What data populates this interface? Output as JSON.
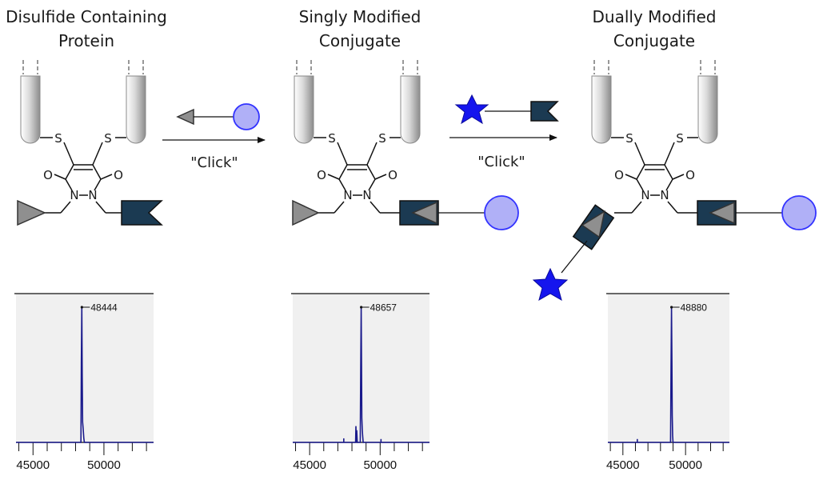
{
  "titles": {
    "left_line1": "Disulfide Containing",
    "left_line2": "Protein",
    "middle_line1": "Singly Modified",
    "middle_line2": "Conjugate",
    "right_line1": "Dually Modified",
    "right_line2": "Conjugate"
  },
  "reactions": {
    "step1_label": "\"Click\"",
    "step2_label": "\"Click\""
  },
  "atoms": {
    "sulfur": "S",
    "oxygen": "O",
    "nitrogen": "N"
  },
  "colors": {
    "tube_gradient_light": "#ffffff",
    "tube_gradient_dark": "#8c8c8c",
    "triangle_fill": "#8f8f8f",
    "flag_fill": "#1b3a52",
    "circle_fill": "#b0b0f7",
    "circle_stroke": "#3333ff",
    "star_fill": "#1515ee",
    "spectrum_bg": "#f0f0f0",
    "spectrum_line": "#1a1a8c"
  },
  "chart_data": [
    {
      "type": "line",
      "title": "",
      "xlabel": "",
      "ylabel": "",
      "xlim": [
        43800,
        53500
      ],
      "ylim": [
        0,
        1
      ],
      "x_ticks": [
        45000,
        50000
      ],
      "x_tick_labels": [
        "45000",
        "50000"
      ],
      "peak_label": "48444",
      "series": [
        {
          "x": [
            43800,
            48380,
            48410,
            48444,
            48470,
            48500,
            48540,
            48580,
            48620,
            53500
          ],
          "y": [
            0,
            0,
            0.6,
            1.0,
            0.5,
            0.15,
            0.1,
            0.03,
            0,
            0
          ]
        }
      ],
      "minor_peaks": []
    },
    {
      "type": "line",
      "title": "",
      "xlabel": "",
      "ylabel": "",
      "xlim": [
        43800,
        53500
      ],
      "ylim": [
        0,
        1
      ],
      "x_ticks": [
        45000,
        50000
      ],
      "x_tick_labels": [
        "45000",
        "50000"
      ],
      "peak_label": "48657",
      "series": [
        {
          "x": [
            43800,
            48260,
            48280,
            48300,
            48320,
            48340,
            48360,
            48380,
            48420,
            48590,
            48620,
            48657,
            48680,
            48700,
            48730,
            48760,
            48800,
            53500
          ],
          "y": [
            0,
            0,
            0.12,
            0.05,
            0,
            0.09,
            0.04,
            0,
            0,
            0,
            0.55,
            1.0,
            0.6,
            0.18,
            0.1,
            0.05,
            0,
            0
          ]
        }
      ],
      "minor_peaks": [
        {
          "x": 47420,
          "y": 0.03
        },
        {
          "x": 50060,
          "y": 0.025
        }
      ]
    },
    {
      "type": "line",
      "title": "",
      "xlabel": "",
      "ylabel": "",
      "xlim": [
        43800,
        53500
      ],
      "ylim": [
        0,
        1
      ],
      "x_ticks": [
        45000,
        50000
      ],
      "x_tick_labels": [
        "45000",
        "50000"
      ],
      "peak_label": "48880",
      "series": [
        {
          "x": [
            43800,
            48800,
            48840,
            48880,
            48910,
            48940,
            48970,
            49000,
            53500
          ],
          "y": [
            0,
            0,
            0.55,
            1.0,
            0.6,
            0.2,
            0.05,
            0,
            0
          ]
        }
      ],
      "minor_peaks": [
        {
          "x": 46150,
          "y": 0.025
        }
      ]
    }
  ]
}
